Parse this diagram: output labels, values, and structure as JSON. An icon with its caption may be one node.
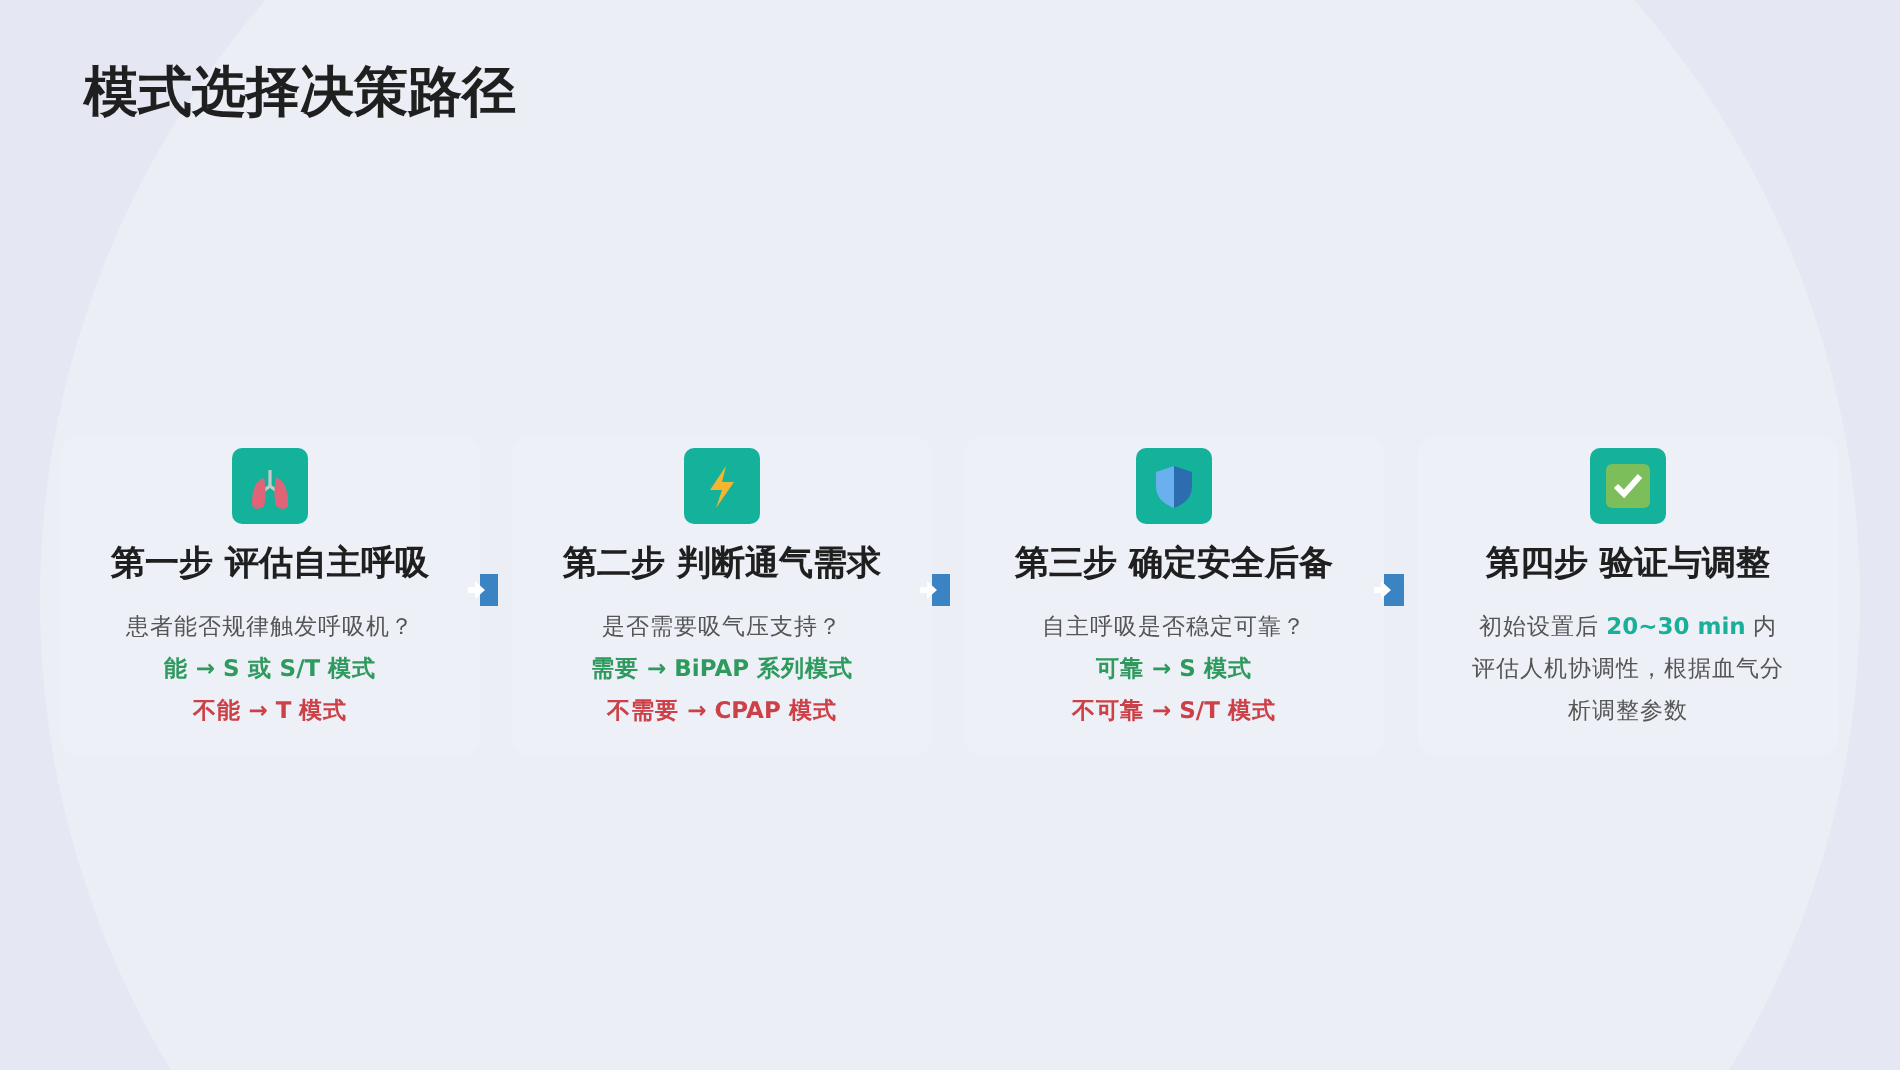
{
  "diagram": {
    "title": "模式选择决策路径",
    "nodes": [
      {
        "text": [
          "第一步 评估自主呼吸",
          "患者能否规律触发呼吸机？",
          "能 → S 或 S/T 模式",
          "不能 → T 模式"
        ]
      },
      {
        "text": [
          "第二步 判断通气需求",
          "是否需要吸气压支持？",
          "需要 → BiPAP 系列模式",
          "不需要 → CPAP 模式"
        ]
      },
      {
        "text": [
          "第三步 确定安全后备",
          "自主呼吸是否稳定可靠？",
          "可靠 → S 模式",
          "不可靠 → S/T 模式"
        ]
      },
      {
        "text": [
          "第四步 验证与调整",
          "初始设置后 **20~30 min** 内评估人机协调性，根据血气分析调整参数"
        ]
      }
    ],
    "edges": [
      {
        "from": 0,
        "to": 1,
        "arrow": "to"
      },
      {
        "from": 1,
        "to": 2,
        "arrow": "to"
      },
      {
        "from": 2,
        "to": 3,
        "arrow": "to"
      }
    ]
  }
}
